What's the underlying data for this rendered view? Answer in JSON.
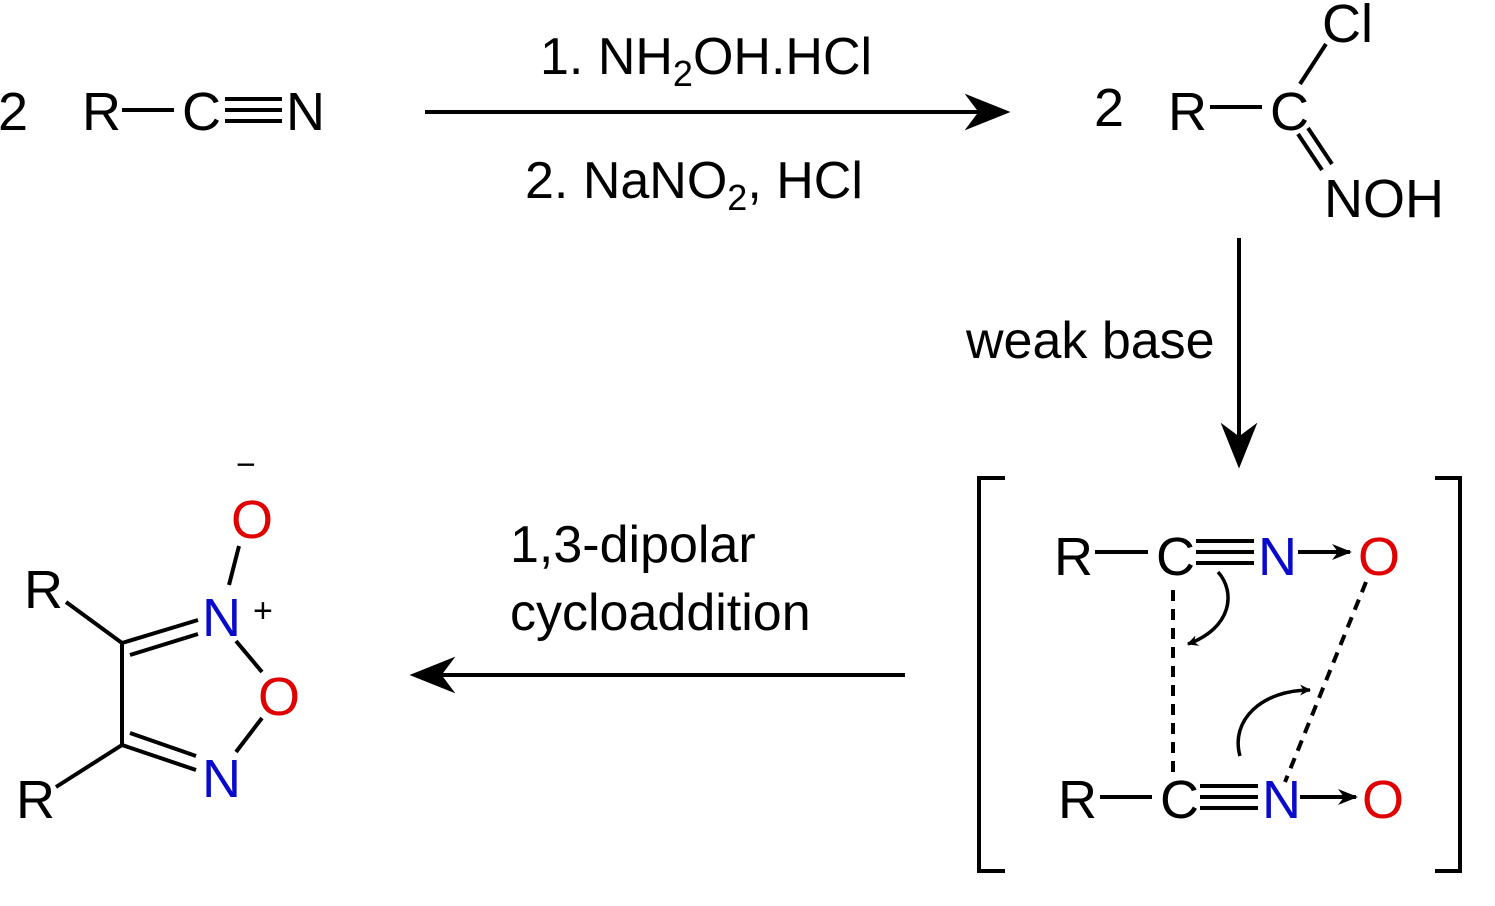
{
  "scheme": {
    "reactant": {
      "coef": "2",
      "r": "R",
      "c": "C",
      "n": "N"
    },
    "step1": {
      "line1_a": "1. NH",
      "line1_sub": "2",
      "line1_b": "OH.HCl",
      "line2_a": "2. NaNO",
      "line2_sub": "2",
      "line2_b": ", HCl"
    },
    "chlorooxime": {
      "coef": "2",
      "r": "R",
      "c": "C",
      "cl": "Cl",
      "noh": "NOH"
    },
    "step2": {
      "label": "weak base"
    },
    "intermediate": {
      "top": {
        "r": "R",
        "c": "C",
        "n": "N",
        "o": "O"
      },
      "bottom": {
        "r": "R",
        "c": "C",
        "n": "N",
        "o": "O"
      }
    },
    "step3": {
      "line1": "1,3-dipolar",
      "line2": "cycloaddition"
    },
    "product": {
      "r_top": "R",
      "r_bottom": "R",
      "n_oxide": "N",
      "plus": "+",
      "o_exo": "O",
      "minus": "−",
      "o_ring": "O",
      "n_ring": "N"
    },
    "colors": {
      "nitrogen": "#0a0acd",
      "oxygen": "#e00000",
      "bond": "#000000"
    }
  }
}
